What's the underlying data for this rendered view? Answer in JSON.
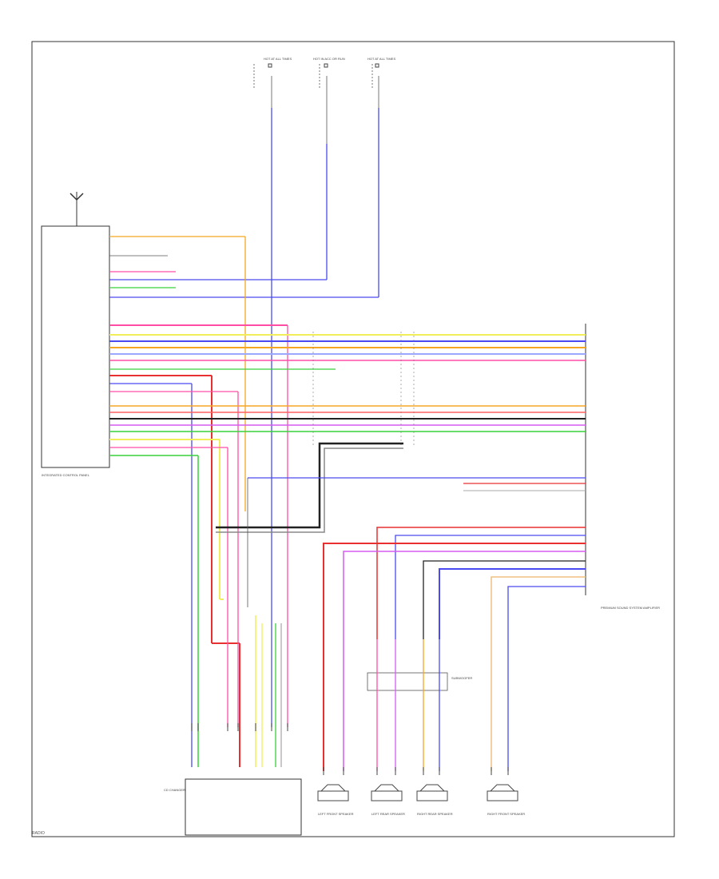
{
  "diagram": {
    "title": "",
    "footer": "RADIO",
    "wire_colors": {
      "orange": "#f5a623",
      "blue": "#4a4af0",
      "pink": "#ff4da6",
      "yellow": "#f2ee5a",
      "red": "#e83030",
      "green": "#39d13a",
      "violet": "#d65cf0",
      "black": "#222222",
      "gray": "#aaaaaa",
      "lightblue": "#9aa8ff",
      "tan": "#f0c080"
    }
  },
  "labels": {
    "fuse1": "HOT AT ALL TIMES",
    "fuse2": "HOT IN ACC OR RUN",
    "fuse3": "HOT AT ALL TIMES",
    "radio_module": "INTEGRATED CONTROL PANEL",
    "amp_module": "PREMIUM SOUND SYSTEM AMPLIFIER",
    "connector_c": "CD CHANGER",
    "spk1": "LEFT FRONT SPEAKER",
    "spk2": "LEFT REAR SPEAKER",
    "spk3": "RIGHT REAR SPEAKER",
    "spk4": "RIGHT FRONT SPEAKER",
    "splice": "SUBWOOFER"
  }
}
